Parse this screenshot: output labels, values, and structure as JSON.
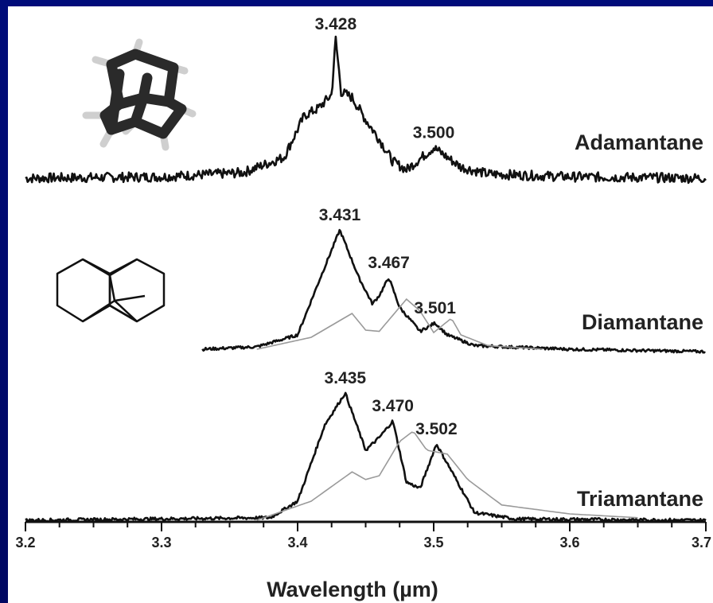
{
  "chart_data": {
    "type": "line",
    "title": "",
    "xlabel": "Wavelength (µm)",
    "ylabel": "",
    "xlim": [
      3.2,
      3.7
    ],
    "x_ticks": [
      "3.2",
      "3.3",
      "3.4",
      "3.5",
      "3.6",
      "3.7"
    ],
    "grid": false,
    "colors": {
      "observed": "#111111",
      "model": "#9a9a9a",
      "frame": "#000a6e"
    },
    "series": [
      {
        "label": "Adamantane",
        "x_range": [
          3.2,
          3.7
        ],
        "peaks": [
          {
            "x": 3.428,
            "label": "3.428",
            "height": 1.0
          },
          {
            "x": 3.5,
            "label": "3.500",
            "height": 0.22
          }
        ],
        "points": [
          [
            3.2,
            0.0
          ],
          [
            3.3,
            0.01
          ],
          [
            3.36,
            0.04
          ],
          [
            3.39,
            0.15
          ],
          [
            3.405,
            0.45
          ],
          [
            3.415,
            0.5
          ],
          [
            3.42,
            0.55
          ],
          [
            3.425,
            0.6
          ],
          [
            3.428,
            1.0
          ],
          [
            3.432,
            0.62
          ],
          [
            3.44,
            0.58
          ],
          [
            3.45,
            0.42
          ],
          [
            3.46,
            0.28
          ],
          [
            3.47,
            0.12
          ],
          [
            3.48,
            0.06
          ],
          [
            3.49,
            0.14
          ],
          [
            3.5,
            0.22
          ],
          [
            3.51,
            0.15
          ],
          [
            3.52,
            0.08
          ],
          [
            3.54,
            0.03
          ],
          [
            3.6,
            0.01
          ],
          [
            3.7,
            0.0
          ]
        ]
      },
      {
        "label": "Diamantane",
        "x_range": [
          3.33,
          3.7
        ],
        "peaks": [
          {
            "x": 3.431,
            "label": "3.431",
            "height": 1.0
          },
          {
            "x": 3.467,
            "label": "3.467",
            "height": 0.6
          },
          {
            "x": 3.501,
            "label": "3.501",
            "height": 0.22
          }
        ],
        "points": [
          [
            3.33,
            0.0
          ],
          [
            3.37,
            0.02
          ],
          [
            3.4,
            0.12
          ],
          [
            3.415,
            0.55
          ],
          [
            3.431,
            1.0
          ],
          [
            3.445,
            0.6
          ],
          [
            3.455,
            0.38
          ],
          [
            3.46,
            0.45
          ],
          [
            3.467,
            0.6
          ],
          [
            3.475,
            0.35
          ],
          [
            3.49,
            0.15
          ],
          [
            3.501,
            0.22
          ],
          [
            3.51,
            0.12
          ],
          [
            3.53,
            0.03
          ],
          [
            3.6,
            0.0
          ],
          [
            3.7,
            -0.02
          ]
        ],
        "model_points": [
          [
            3.37,
            0.0
          ],
          [
            3.41,
            0.1
          ],
          [
            3.44,
            0.3
          ],
          [
            3.45,
            0.16
          ],
          [
            3.46,
            0.15
          ],
          [
            3.48,
            0.42
          ],
          [
            3.49,
            0.32
          ],
          [
            3.5,
            0.14
          ],
          [
            3.513,
            0.26
          ],
          [
            3.52,
            0.12
          ],
          [
            3.54,
            0.03
          ],
          [
            3.58,
            0.0
          ]
        ]
      },
      {
        "label": "Triamantane",
        "x_range": [
          3.2,
          3.7
        ],
        "peaks": [
          {
            "x": 3.435,
            "label": "3.435",
            "height": 1.0
          },
          {
            "x": 3.47,
            "label": "3.470",
            "height": 0.78
          },
          {
            "x": 3.502,
            "label": "3.502",
            "height": 0.6
          }
        ],
        "points": [
          [
            3.2,
            0.0
          ],
          [
            3.38,
            0.02
          ],
          [
            3.4,
            0.15
          ],
          [
            3.42,
            0.75
          ],
          [
            3.435,
            1.0
          ],
          [
            3.45,
            0.55
          ],
          [
            3.46,
            0.65
          ],
          [
            3.47,
            0.78
          ],
          [
            3.48,
            0.3
          ],
          [
            3.49,
            0.25
          ],
          [
            3.502,
            0.6
          ],
          [
            3.515,
            0.35
          ],
          [
            3.53,
            0.06
          ],
          [
            3.56,
            0.01
          ],
          [
            3.7,
            0.0
          ]
        ],
        "model_points": [
          [
            3.37,
            0.0
          ],
          [
            3.41,
            0.15
          ],
          [
            3.44,
            0.38
          ],
          [
            3.45,
            0.32
          ],
          [
            3.46,
            0.35
          ],
          [
            3.475,
            0.62
          ],
          [
            3.485,
            0.7
          ],
          [
            3.495,
            0.55
          ],
          [
            3.51,
            0.52
          ],
          [
            3.525,
            0.32
          ],
          [
            3.55,
            0.12
          ],
          [
            3.6,
            0.05
          ],
          [
            3.65,
            0.02
          ]
        ]
      }
    ]
  }
}
